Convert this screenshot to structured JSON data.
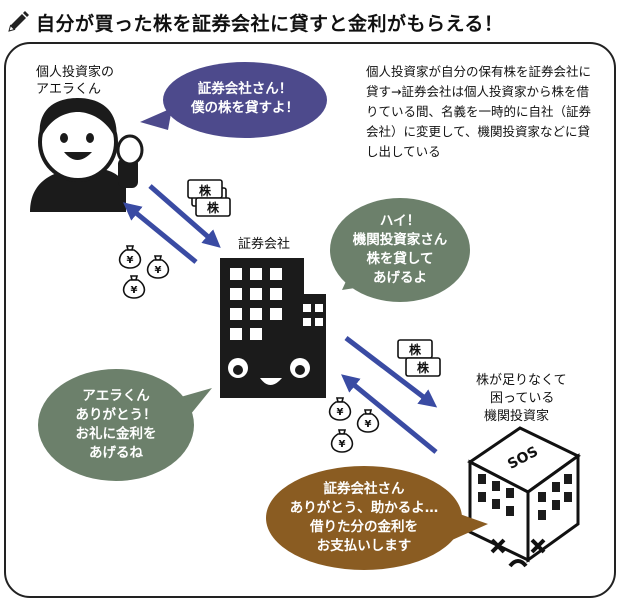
{
  "title": "自分が買った株を証券会社に貸すと金利がもらえる！",
  "description": "個人投資家が自分の保有株を証券会社に貸す→証券会社は個人投資家から株を借りている間、名義を一時的に自社（証券会社）に変更して、機関投資家などに貸し出している",
  "labels": {
    "individual": [
      "個人投資家の",
      "アエラくん"
    ],
    "securities": "証券会社",
    "institutional": [
      "株が足りなくて",
      "困っている",
      "機関投資家"
    ]
  },
  "bubbles": {
    "individual_lend": [
      "証券会社さん！",
      "僕の株を貸すよ！"
    ],
    "securities_reply": [
      "ハイ！",
      "機関投資家さん",
      "株を貸して",
      "あげるよ"
    ],
    "securities_thanks": [
      "アエラくん",
      "ありがとう！",
      "お礼に金利を",
      "あげるね"
    ],
    "institutional_thanks": [
      "証券会社さん",
      "ありがとう、助かるよ…",
      "借りた分の金利を",
      "お支払いします"
    ]
  },
  "tags": {
    "stock": "株",
    "money": "¥",
    "sos": "SOS"
  },
  "colors": {
    "purple": "#4d4a8c",
    "green": "#6c806b",
    "brown": "#8a5c22",
    "arrow": "#3a4ba3",
    "dark": "#1b1b1b"
  },
  "icons": [
    "pencil-icon",
    "yen-bag-icon"
  ]
}
